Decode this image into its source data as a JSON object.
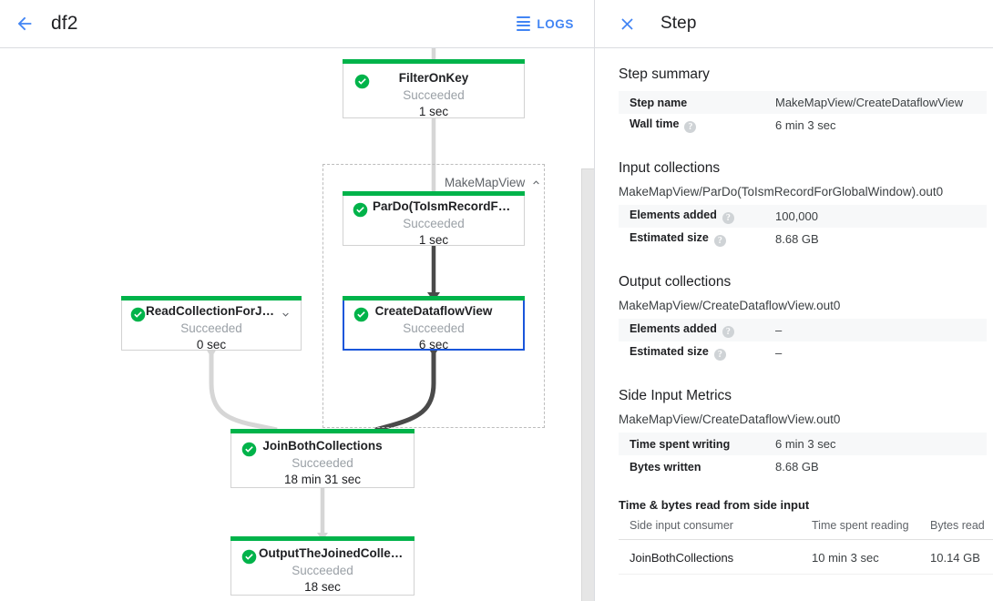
{
  "left": {
    "back_icon": "arrow-left-icon",
    "job_title": "df2",
    "logs_label": "LOGS",
    "logs_icon": "logs-lines-icon"
  },
  "graph": {
    "group": {
      "label": "MakeMapView",
      "collapse_icon": "chevron-up-icon"
    },
    "nodes": [
      {
        "id": "filter-on-key",
        "name": "FilterOnKey",
        "status": "Succeeded",
        "time": "1 sec",
        "status_icon": "check-circle-icon",
        "selected": false,
        "has_chevron": false
      },
      {
        "id": "pardo-toismrecordfor",
        "name": "ParDo(ToIsmRecordFor…",
        "status": "Succeeded",
        "time": "1 sec",
        "status_icon": "check-circle-icon",
        "selected": false,
        "has_chevron": false
      },
      {
        "id": "create-dataflow-view",
        "name": "CreateDataflowView",
        "status": "Succeeded",
        "time": "6 sec",
        "status_icon": "check-circle-icon",
        "selected": true,
        "has_chevron": false
      },
      {
        "id": "read-collection-for-join",
        "name": "ReadCollectionForJoin",
        "status": "Succeeded",
        "time": "0 sec",
        "status_icon": "check-circle-icon",
        "selected": false,
        "has_chevron": true
      },
      {
        "id": "join-both-collections",
        "name": "JoinBothCollections",
        "status": "Succeeded",
        "time": "18 min 31 sec",
        "status_icon": "check-circle-icon",
        "selected": false,
        "has_chevron": false
      },
      {
        "id": "output-the-joined-collection",
        "name": "OutputTheJoinedCollec…",
        "status": "Succeeded",
        "time": "18 sec",
        "status_icon": "check-circle-icon",
        "selected": false,
        "has_chevron": false
      }
    ]
  },
  "panel": {
    "close_icon": "close-icon",
    "title": "Step",
    "step_summary": {
      "heading": "Step summary",
      "rows": [
        {
          "key": "Step name",
          "value": "MakeMapView/CreateDataflowView",
          "help": false
        },
        {
          "key": "Wall time",
          "value": "6 min 3 sec",
          "help": true
        }
      ]
    },
    "input_collections": {
      "heading": "Input collections",
      "collection": "MakeMapView/ParDo(ToIsmRecordForGlobalWindow).out0",
      "rows": [
        {
          "key": "Elements added",
          "value": "100,000",
          "help": true
        },
        {
          "key": "Estimated size",
          "value": "8.68 GB",
          "help": true
        }
      ]
    },
    "output_collections": {
      "heading": "Output collections",
      "collection": "MakeMapView/CreateDataflowView.out0",
      "rows": [
        {
          "key": "Elements added",
          "value": "–",
          "help": true
        },
        {
          "key": "Estimated size",
          "value": "–",
          "help": true
        }
      ]
    },
    "side_input_metrics": {
      "heading": "Side Input Metrics",
      "collection": "MakeMapView/CreateDataflowView.out0",
      "rows": [
        {
          "key": "Time spent writing",
          "value": "6 min 3 sec",
          "help": false
        },
        {
          "key": "Bytes written",
          "value": "8.68 GB",
          "help": false
        }
      ],
      "subheading": "Time & bytes read from side input",
      "columns": [
        "Side input consumer",
        "Time spent reading",
        "Bytes read"
      ],
      "table_rows": [
        [
          "JoinBothCollections",
          "10 min 3 sec",
          "10.14 GB"
        ]
      ]
    }
  },
  "colors": {
    "accent_blue": "#4285f4",
    "selected_blue": "#1a56db",
    "success_green": "#00b34a",
    "edge_light": "#d6d6d6",
    "edge_dark": "#4a4a4a"
  }
}
